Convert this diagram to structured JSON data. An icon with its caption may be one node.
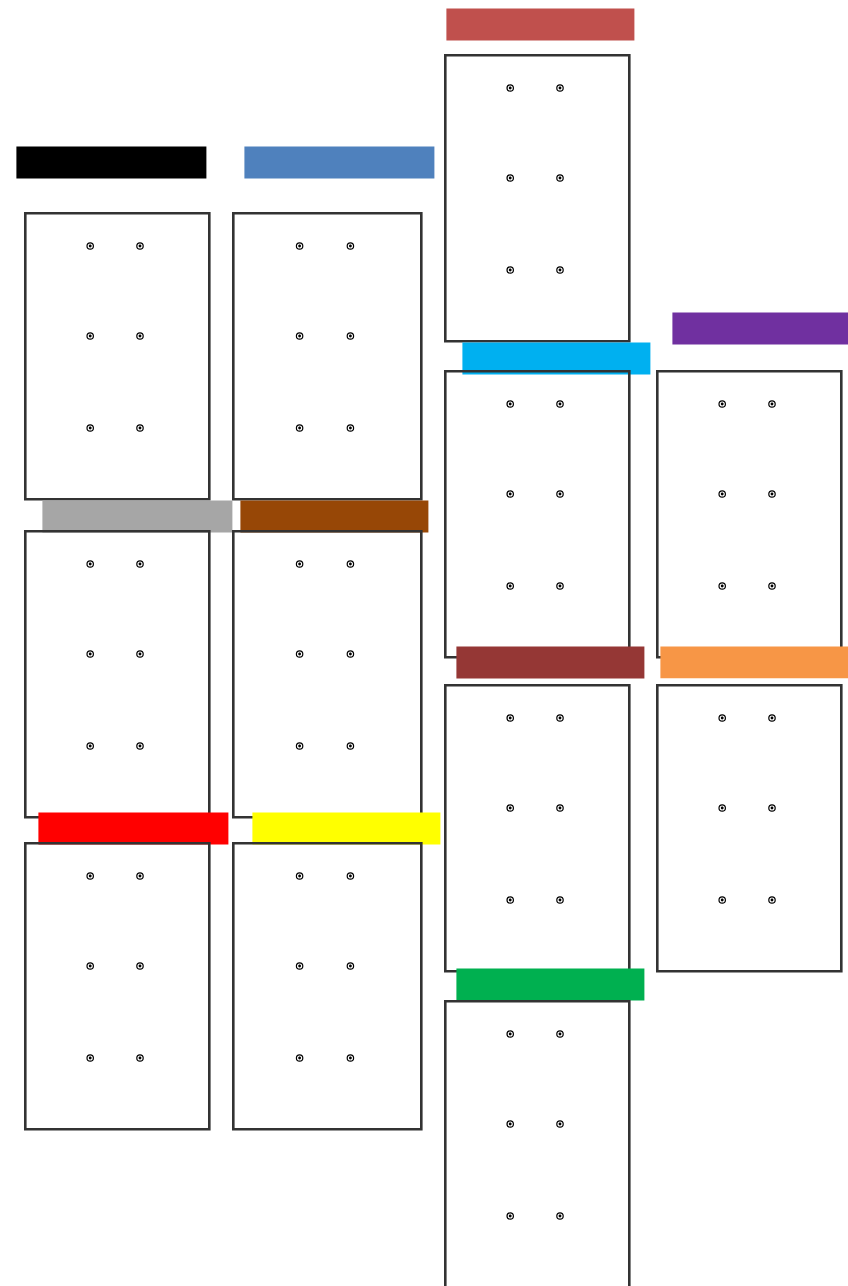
{
  "diagram": {
    "nodes": [
      {
        "text": [],
        "shape": "bar"
      },
      {
        "text": [],
        "shape": "box"
      },
      {
        "text": [],
        "shape": "bar"
      },
      {
        "text": [],
        "shape": "bar"
      },
      {
        "text": [],
        "shape": "box"
      },
      {
        "text": [],
        "shape": "box"
      },
      {
        "text": [],
        "shape": "bar"
      },
      {
        "text": [],
        "shape": "bar"
      },
      {
        "text": [],
        "shape": "box"
      },
      {
        "text": [],
        "shape": "box"
      },
      {
        "text": [],
        "shape": "bar"
      },
      {
        "text": [],
        "shape": "bar"
      },
      {
        "text": [],
        "shape": "box"
      },
      {
        "text": [],
        "shape": "box"
      },
      {
        "text": [],
        "shape": "bar"
      },
      {
        "text": [],
        "shape": "bar"
      },
      {
        "text": [],
        "shape": "box"
      },
      {
        "text": [],
        "shape": "box"
      },
      {
        "text": [],
        "shape": "bar"
      },
      {
        "text": [],
        "shape": "bar"
      },
      {
        "text": [],
        "shape": "box"
      },
      {
        "text": [],
        "shape": "box"
      },
      {
        "text": [],
        "shape": "bar"
      },
      {
        "text": [],
        "shape": "box"
      }
    ]
  }
}
